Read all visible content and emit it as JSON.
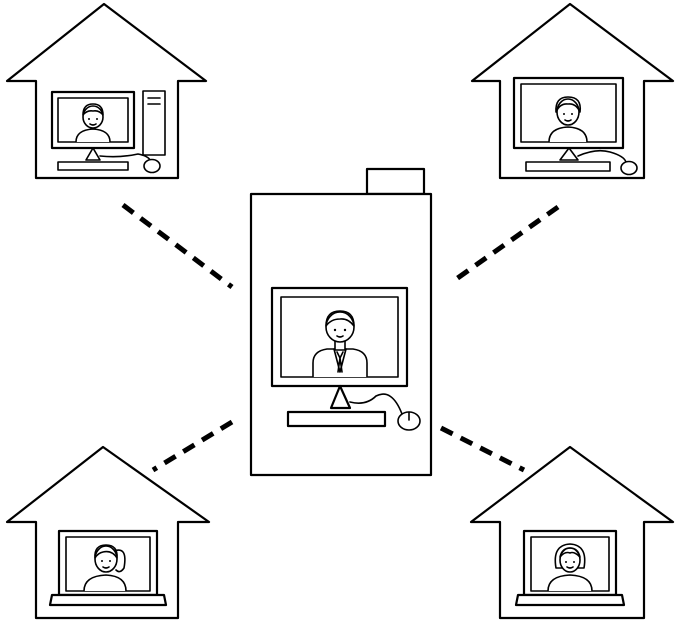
{
  "diagram": {
    "stroke_color": "#000000",
    "background_color": "#ffffff",
    "hub": {
      "icon": "office-building-icon",
      "person": "man-in-suit-with-tie",
      "devices": [
        "desktop-monitor",
        "keyboard",
        "mouse"
      ]
    },
    "homes": [
      {
        "position": "top-left",
        "icon": "house-icon",
        "person": "short-haired-man",
        "devices": [
          "desktop-monitor",
          "keyboard",
          "mouse",
          "pc-tower"
        ]
      },
      {
        "position": "top-right",
        "icon": "house-icon",
        "person": "young-person",
        "devices": [
          "desktop-monitor",
          "keyboard",
          "mouse"
        ]
      },
      {
        "position": "bottom-left",
        "icon": "house-icon",
        "person": "woman-with-ponytail",
        "devices": [
          "laptop"
        ]
      },
      {
        "position": "bottom-right",
        "icon": "house-icon",
        "person": "woman-with-bob-hair",
        "devices": [
          "laptop"
        ]
      }
    ],
    "connections": [
      {
        "from": "top-left",
        "to": "hub",
        "style": "dashed"
      },
      {
        "from": "top-right",
        "to": "hub",
        "style": "dashed"
      },
      {
        "from": "bottom-left",
        "to": "hub",
        "style": "dashed"
      },
      {
        "from": "bottom-right",
        "to": "hub",
        "style": "dashed"
      }
    ]
  }
}
